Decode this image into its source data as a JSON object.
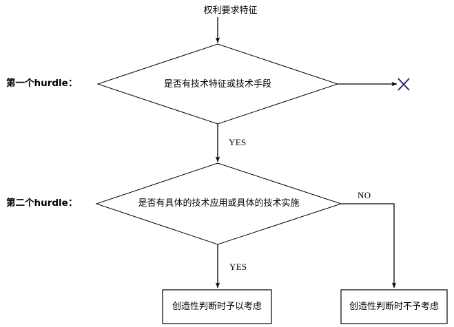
{
  "diagram": {
    "type": "flowchart",
    "orientation": "top-down",
    "background_color": "#ffffff",
    "line_color": "#000000",
    "text_color": "#000000"
  },
  "nodes": {
    "start_label": "权利要求特征",
    "decision_1": "是否有技术特征或技术手段",
    "decision_2": "是否有具体的技术应用或具体的技术实施",
    "outcome_left": "创造性判断时予以考虑",
    "outcome_right": "创造性判断时不予考虑",
    "reject_mark": "✕"
  },
  "stage_labels": {
    "hurdle_1": "第一个hurdle：",
    "hurdle_2": "第二个hurdle："
  },
  "edge_labels": {
    "decision_1_yes": "YES",
    "decision_2_yes": "YES",
    "decision_2_no": "NO"
  },
  "icons": {
    "reject": "cross-mark-icon",
    "arrow": "arrow-head-icon"
  }
}
